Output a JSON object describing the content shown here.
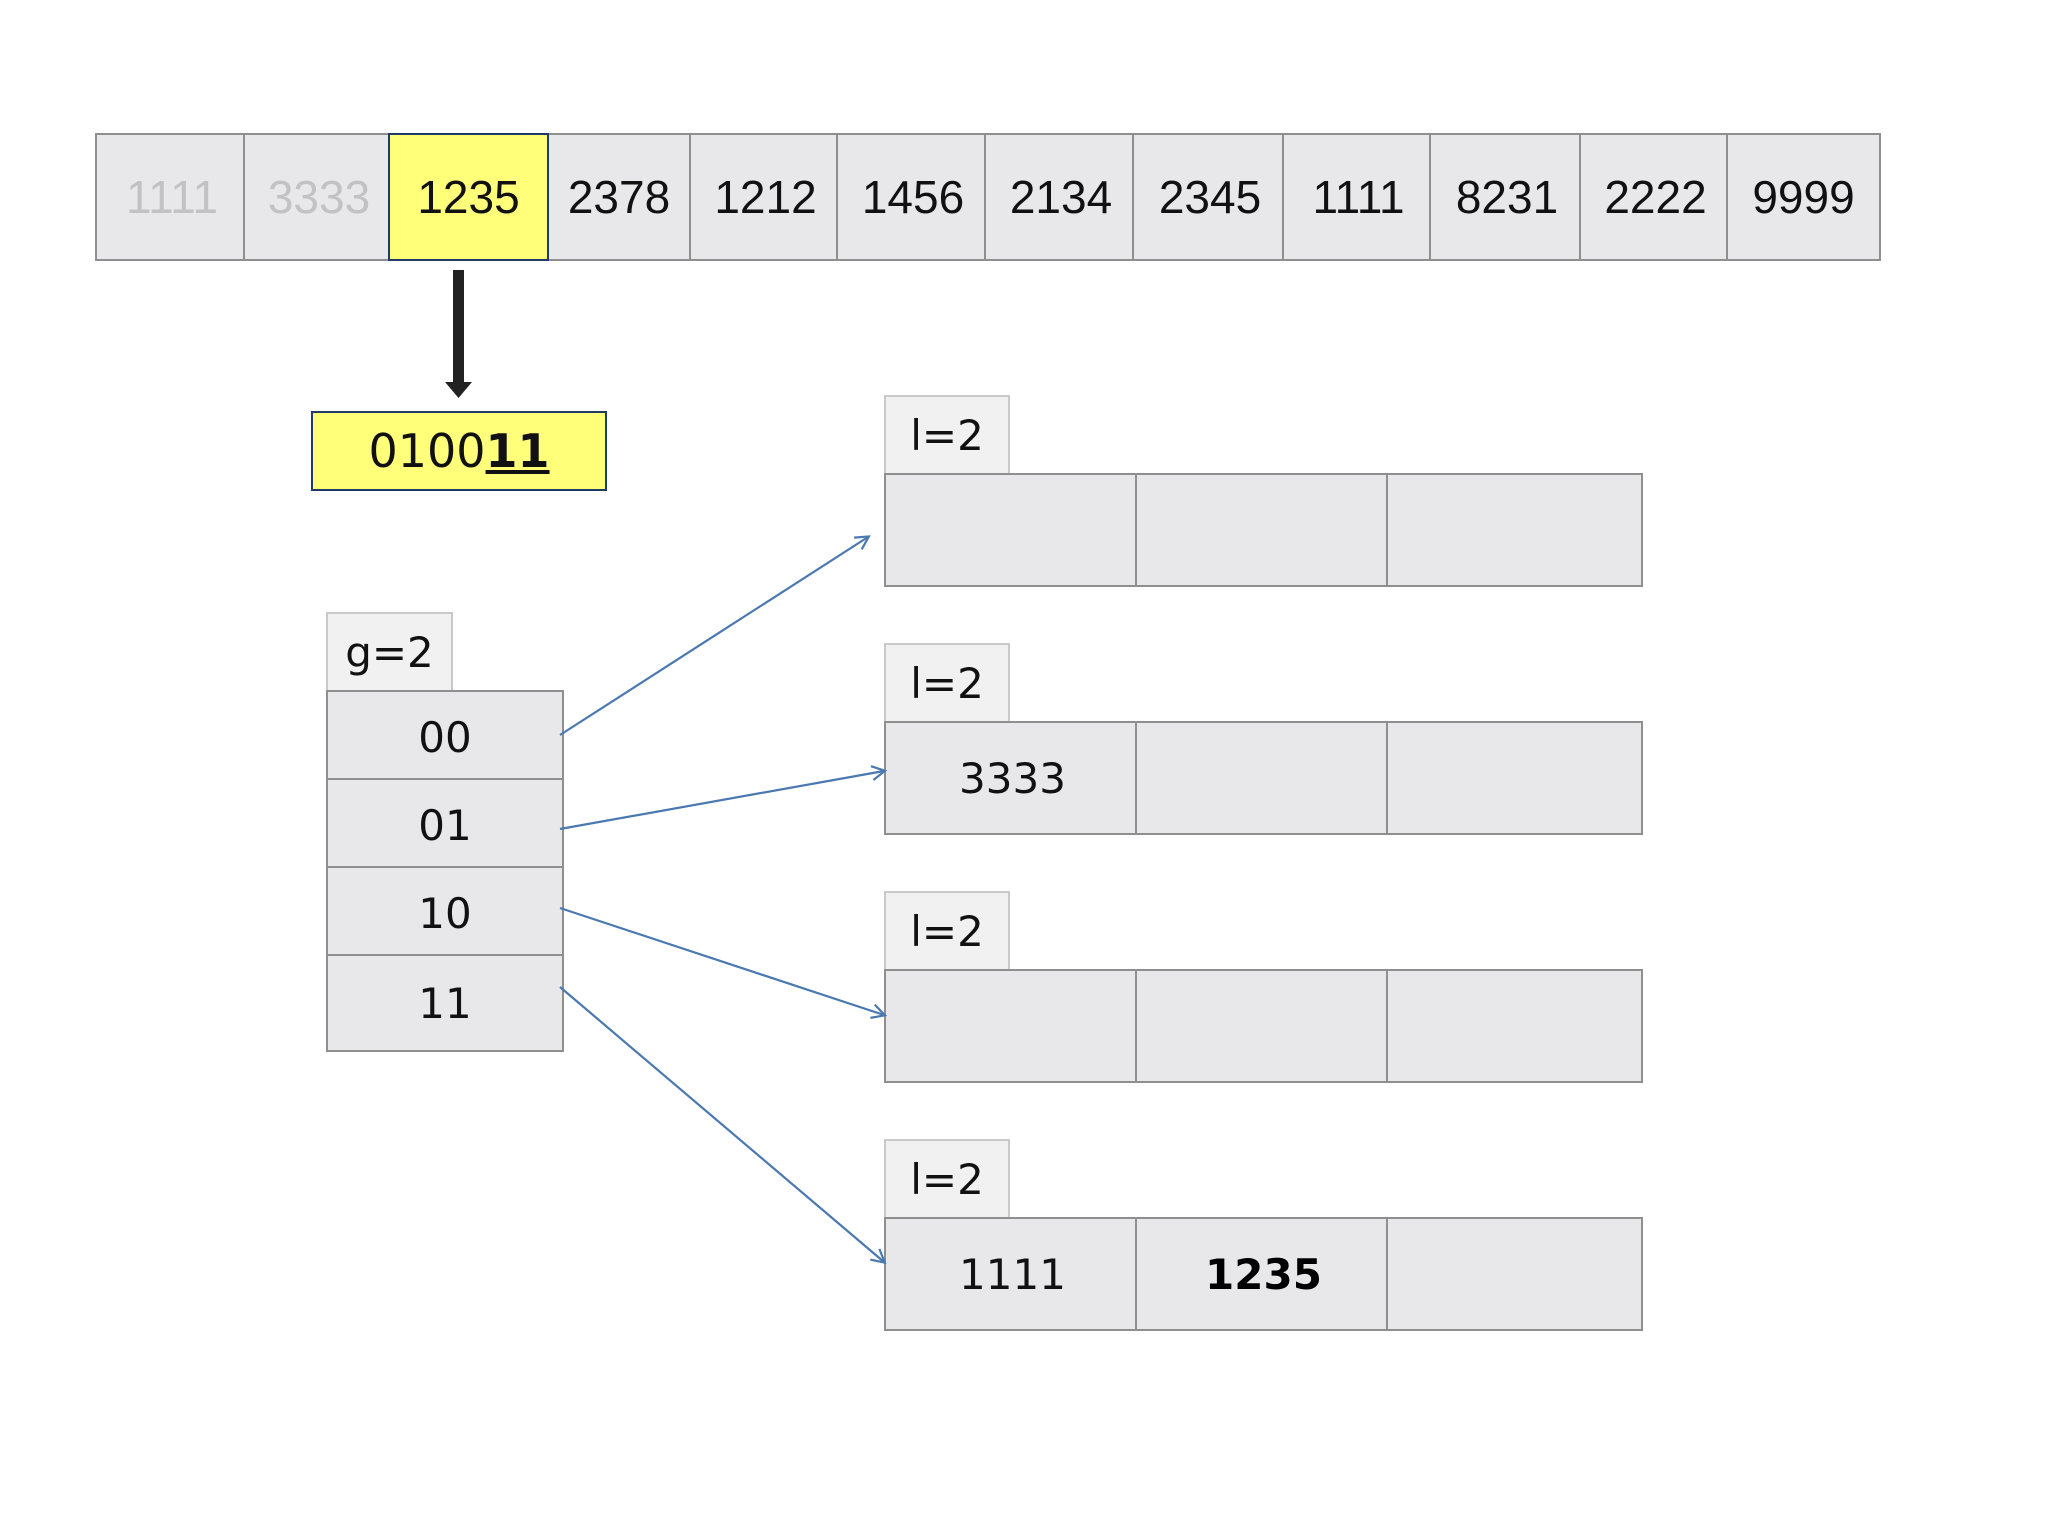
{
  "sequence": [
    {
      "value": "1111",
      "state": "done"
    },
    {
      "value": "3333",
      "state": "done"
    },
    {
      "value": "1235",
      "state": "current"
    },
    {
      "value": "2378",
      "state": "pending"
    },
    {
      "value": "1212",
      "state": "pending"
    },
    {
      "value": "1456",
      "state": "pending"
    },
    {
      "value": "2134",
      "state": "pending"
    },
    {
      "value": "2345",
      "state": "pending"
    },
    {
      "value": "1111",
      "state": "pending"
    },
    {
      "value": "8231",
      "state": "pending"
    },
    {
      "value": "2222",
      "state": "pending"
    },
    {
      "value": "9999",
      "state": "pending"
    }
  ],
  "hash": {
    "prefix": "0100",
    "highlight": "11"
  },
  "directory": {
    "global_depth_label": "g=2",
    "entries": [
      "00",
      "01",
      "10",
      "11"
    ]
  },
  "buckets": [
    {
      "depth_label": "l=2",
      "slots": [
        "",
        "",
        ""
      ]
    },
    {
      "depth_label": "l=2",
      "slots": [
        "3333",
        "",
        ""
      ]
    },
    {
      "depth_label": "l=2",
      "slots": [
        "",
        "",
        ""
      ]
    },
    {
      "depth_label": "l=2",
      "slots": [
        "1111",
        "1235",
        ""
      ]
    }
  ],
  "colors": {
    "highlight_fill": "#ffff7a",
    "highlight_border": "#1f3b66",
    "cell_fill": "#e8e8ea",
    "cell_border": "#8f8f8f",
    "pointer_arrow": "#4a78b0",
    "hash_arrow": "#222222"
  },
  "icons": {
    "hash_arrow": "down-arrow-icon",
    "pointers": "pointer-arrow-icon"
  }
}
